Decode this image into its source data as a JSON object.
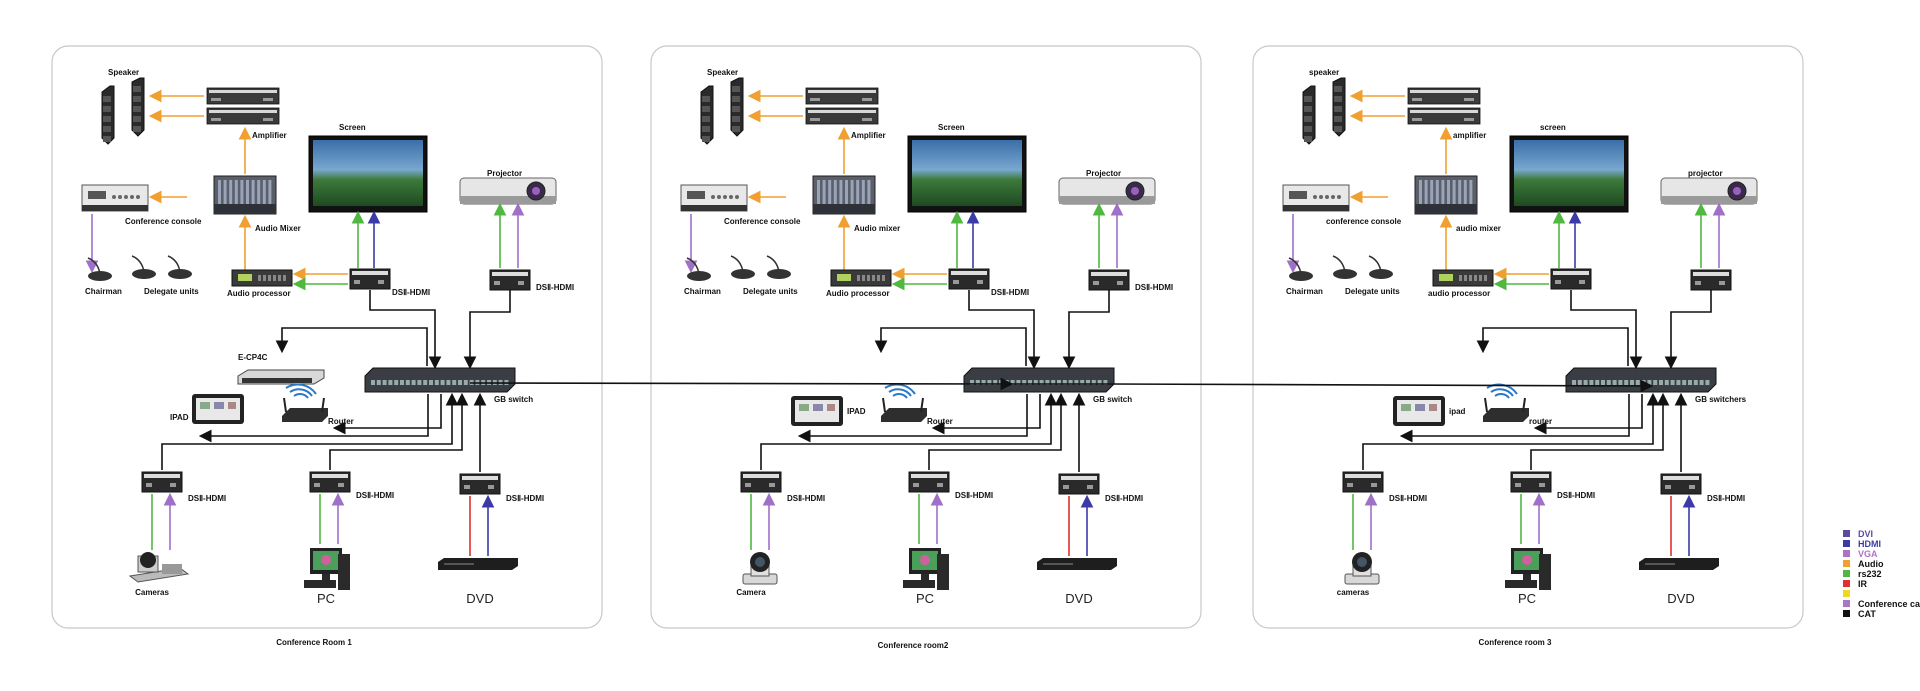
{
  "colors": {
    "dvi": "#5b4aa0",
    "hdmi": "#3b3ba8",
    "vga": "#b070c8",
    "audio": "#f0a030",
    "rs232": "#50b840",
    "ir": "#e03030",
    "yellow": "#f0d820",
    "conference": "#a878c0",
    "cat": "#111111",
    "orange": "#f0a030",
    "green": "#50b840",
    "purple": "#a070c8",
    "blue": "#3b3ba8",
    "red": "#e03030"
  },
  "rooms": [
    {
      "title": "Conference Room 1",
      "speaker": "Speaker",
      "amplifier": "Amplifier",
      "screen": "Screen",
      "projector": "Projector",
      "console": "Conference console",
      "mixer": "Audio Mixer",
      "chairman": "Chairman",
      "delegate": "Delegate units",
      "processor": "Audio processor",
      "dsii_screen": "DSⅡ-HDMI",
      "dsii_projector": "DSⅡ-HDMI",
      "ecp": "E-CP4C",
      "ipad": "IPAD",
      "router": "Router",
      "switch": "GB switch",
      "dsii_cam": "DSⅡ-HDMI",
      "dsii_pc": "DSⅡ-HDMI",
      "dsii_dvd": "DSⅡ-HDMI",
      "camera": "Cameras",
      "pc": "PC",
      "dvd": "DVD"
    },
    {
      "title": "Conference room2",
      "speaker": "Speaker",
      "amplifier": "Amplifier",
      "screen": "Screen",
      "projector": "Projector",
      "console": "Conference console",
      "mixer": "Audio mixer",
      "chairman": "Chairman",
      "delegate": "Delegate units",
      "processor": "Audio processor",
      "dsii_screen": "DSⅡ-HDMI",
      "dsii_projector": "DSⅡ-HDMI",
      "ecp": "",
      "ipad": "IPAD",
      "router": "Router",
      "switch": "GB switch",
      "dsii_cam": "DSⅡ-HDMI",
      "dsii_pc": "DSⅡ-HDMI",
      "dsii_dvd": "DSⅡ-HDMI",
      "camera": "Camera",
      "pc": "PC",
      "dvd": "DVD"
    },
    {
      "title": "Conference room 3",
      "speaker": "speaker",
      "amplifier": "amplifier",
      "screen": "screen",
      "projector": "projector",
      "console": "conference console",
      "mixer": "audio mixer",
      "chairman": "Chairman",
      "delegate": "Delegate units",
      "processor": "audio processor",
      "dsii_screen": "",
      "dsii_projector": "",
      "ecp": "",
      "ipad": "ipad",
      "router": "router",
      "switch": "GB switchers",
      "dsii_cam": "DSⅡ-HDMI",
      "dsii_pc": "DSⅡ-HDMI",
      "dsii_dvd": "DSⅡ-HDMI",
      "camera": "cameras",
      "pc": "PC",
      "dvd": "DVD"
    }
  ],
  "legend": [
    {
      "label": "DVI",
      "color": "#5b4aa0"
    },
    {
      "label": "HDMI",
      "color": "#3b3ba8"
    },
    {
      "label": "VGA",
      "color": "#b070c8"
    },
    {
      "label": "Audio",
      "color": "#f0a030"
    },
    {
      "label": "rs232",
      "color": "#50b840"
    },
    {
      "label": "IR",
      "color": "#e03030"
    },
    {
      "label": "",
      "color": "#f0d820"
    },
    {
      "label": "Conference cable",
      "color": "#a878c0"
    },
    {
      "label": "CAT",
      "color": "#111111"
    }
  ]
}
